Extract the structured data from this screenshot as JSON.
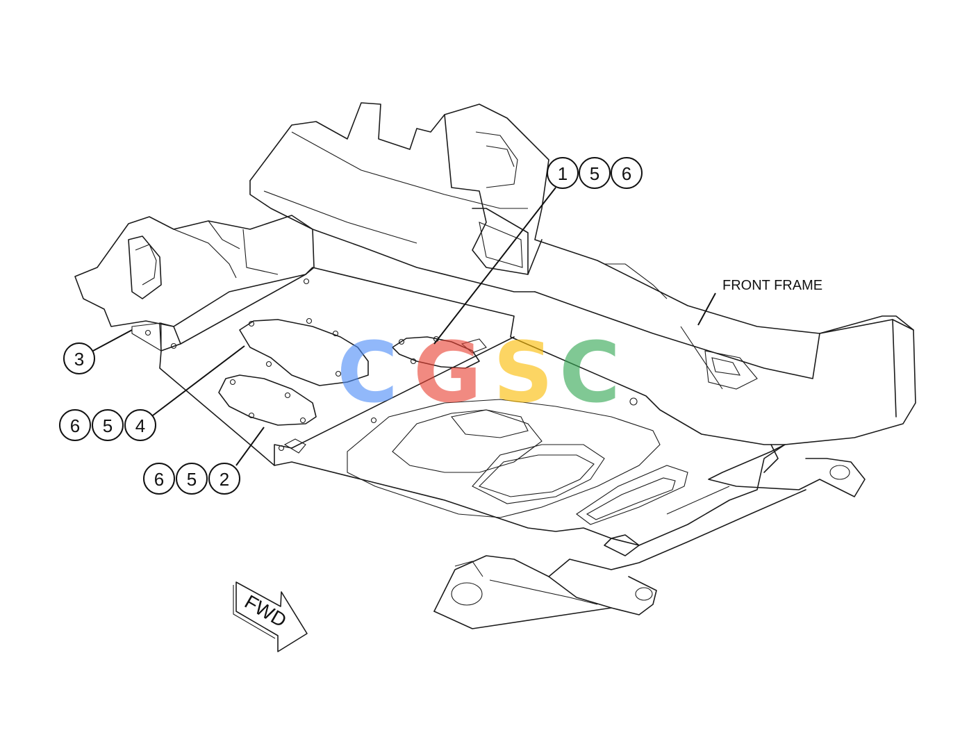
{
  "callouts": {
    "group_156": [
      "1",
      "5",
      "6"
    ],
    "group_3": [
      "3"
    ],
    "group_654": [
      "6",
      "5",
      "4"
    ],
    "group_652": [
      "6",
      "5",
      "2"
    ]
  },
  "labels": {
    "front_frame": "FRONT FRAME",
    "fwd": "FWD"
  },
  "watermark": {
    "letters": [
      "C",
      "G",
      "S",
      "C"
    ],
    "colors": [
      "#4f8ef7",
      "#ea4335",
      "#fbbc05",
      "#34a853"
    ]
  }
}
